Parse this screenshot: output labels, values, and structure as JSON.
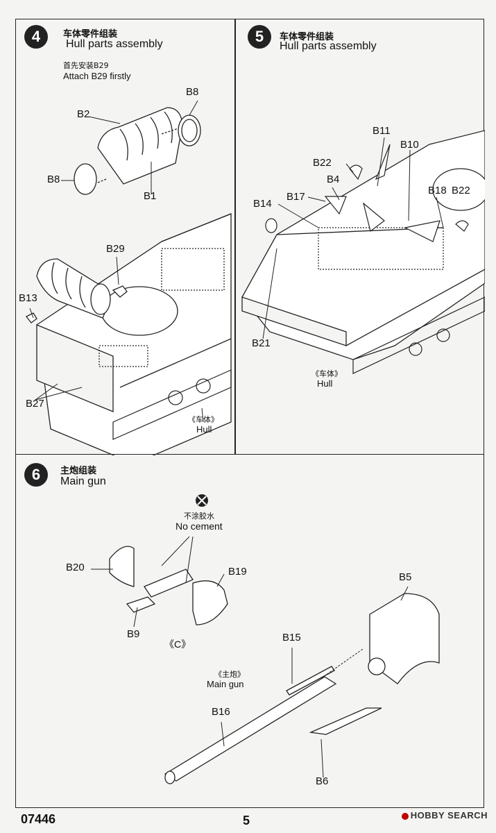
{
  "step4": {
    "number": "4",
    "title_cn": "车体零件组装",
    "title_en": "Hull parts assembly",
    "note_cn": "首先安装B29",
    "note_en": "Attach B29 firstly",
    "labels": [
      "B8",
      "B2",
      "B8",
      "B1",
      "B29",
      "B13",
      "B27"
    ],
    "hull_cn": "《车体》",
    "hull_en": "Hull"
  },
  "step5": {
    "number": "5",
    "title_cn": "车体零件组装",
    "title_en": "Hull parts assembly",
    "labels": [
      "B11",
      "B10",
      "B22",
      "B4",
      "B17",
      "B14",
      "B18",
      "B22",
      "B21"
    ],
    "hull_cn": "《车体》",
    "hull_en": "Hull"
  },
  "step6": {
    "number": "6",
    "title_cn": "主炮组装",
    "title_en": "Main gun",
    "nocement_cn": "不涂胶水",
    "nocement_en": "No cement",
    "labels": [
      "B20",
      "B19",
      "B9",
      "B5",
      "B15",
      "B16",
      "B6"
    ],
    "ref": "《C》",
    "gun_cn": "《主炮》",
    "gun_en": "Main gun"
  },
  "footer": {
    "code": "07446",
    "page": "5",
    "brand": "HOBBY SEARCH"
  },
  "icons": [
    "no-cement-icon"
  ]
}
